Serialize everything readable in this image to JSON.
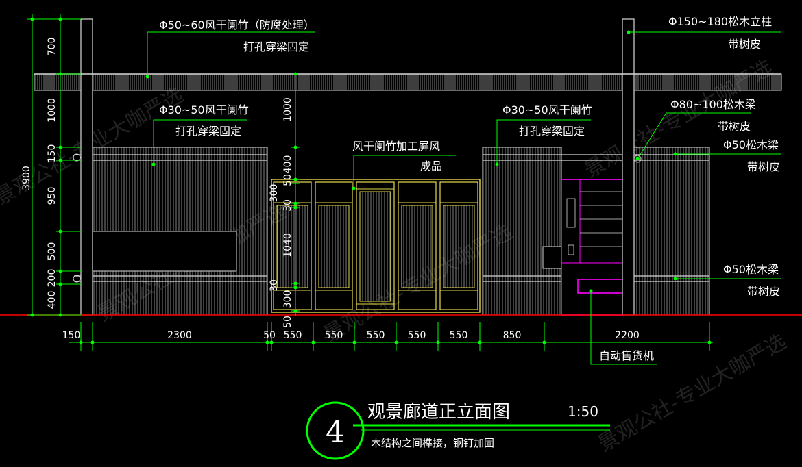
{
  "colors": {
    "background": "#000000",
    "structure": "#d8d8d8",
    "leader": "#00ff00",
    "screen": "#e6d94a",
    "vending": "#ff00ff",
    "ground": "#ff0000",
    "text": "#ffffff"
  },
  "labels": {
    "top_bamboo_spec": "Φ50~60风干阑竹（防腐处理）",
    "top_bamboo_fix": "打孔穿梁固定",
    "post_spec": "Φ150~180松木立柱",
    "post_bark": "带树皮",
    "left_bamboo_spec": "Φ30~50风干阑竹",
    "left_bamboo_fix": "打孔穿梁固定",
    "screen_spec": "风干阑竹加工屏风",
    "screen_product": "成品",
    "right_bamboo_spec": "Φ30~50风干阑竹",
    "right_bamboo_fix": "打孔穿梁固定",
    "beam80_spec": "Φ80~100松木梁",
    "beam80_bark": "带树皮",
    "beam50a_spec": "Φ50松木梁",
    "beam50a_bark": "带树皮",
    "beam50b_spec": "Φ50松木梁",
    "beam50b_bark": "带树皮",
    "vending_machine": "自动售货机"
  },
  "dims_left": {
    "total": "3900",
    "d700": "700",
    "d1000": "1000",
    "d150": "150",
    "d950": "950",
    "d500": "500",
    "d200": "200",
    "d400": "400"
  },
  "dims_screen": {
    "d1000": "1000",
    "d400": "400",
    "d50a": "50",
    "d300a": "300",
    "d30a": "30",
    "d1040": "1040",
    "d30b": "30",
    "d300b": "300",
    "d50b": "50"
  },
  "dims_bottom": {
    "d150": "150",
    "d2300": "2300",
    "d50": "50",
    "d550a": "550",
    "d550b": "550",
    "d550c": "550",
    "d550d": "550",
    "d550e": "550",
    "d850": "850",
    "d2200": "2200"
  },
  "title_block": {
    "number": "4",
    "title": "观景廊道正立面图",
    "scale": "1:50",
    "note": "木结构之间榫接，钢钉加固"
  },
  "watermark": "景观公社-专业大咖严选"
}
